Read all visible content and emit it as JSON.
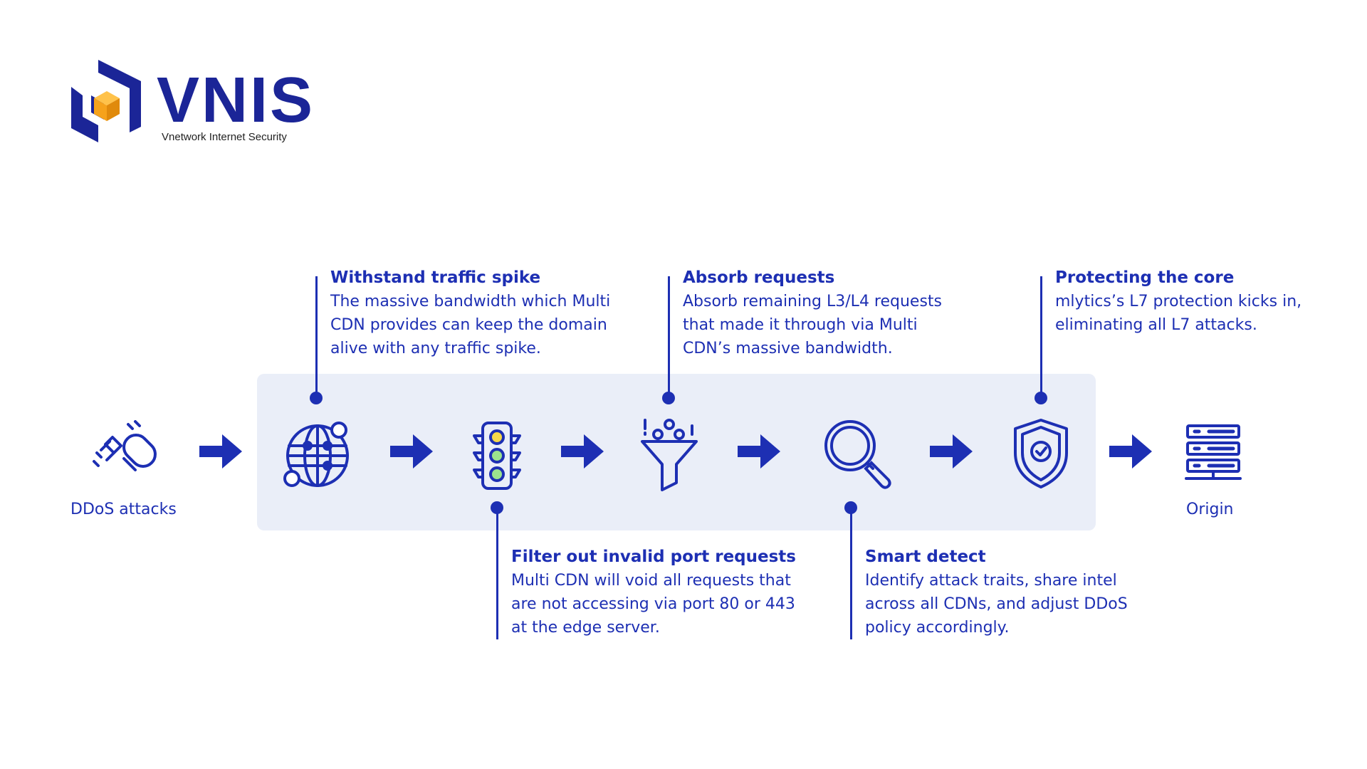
{
  "brand": {
    "name": "VNIS",
    "tagline": "Vnetwork Internet Security",
    "logo_icon": "isometric-cube-logo-icon",
    "colors": {
      "navy": "#1b2597",
      "orange": "#f6a21b"
    }
  },
  "colors": {
    "accent": "#1d2fb3",
    "band": "#eaeef8"
  },
  "nodes": [
    {
      "id": "ddos",
      "icon": "bomb-icon",
      "label": "DDoS attacks"
    },
    {
      "id": "cdn",
      "icon": "globe-icon",
      "label": ""
    },
    {
      "id": "filter",
      "icon": "traffic-light-icon",
      "label": ""
    },
    {
      "id": "absorb",
      "icon": "funnel-icon",
      "label": ""
    },
    {
      "id": "detect",
      "icon": "magnifier-icon",
      "label": ""
    },
    {
      "id": "protect",
      "icon": "shield-check-icon",
      "label": ""
    },
    {
      "id": "origin",
      "icon": "server-icon",
      "label": "Origin"
    }
  ],
  "callouts": [
    {
      "title": "Withstand traffic spike",
      "body": "The massive bandwidth which Multi\nCDN provides can keep the domain\nalive with any traffic spike."
    },
    {
      "title": "Filter out invalid port requests",
      "body": "Multi CDN will void all requests that\nare not accessing via port 80 or 443\nat the edge server."
    },
    {
      "title": "Absorb requests",
      "body": "Absorb remaining L3/L4 requests\nthat made it through via Multi\nCDN’s massive bandwidth."
    },
    {
      "title": "Smart detect",
      "body": "Identify attack traits, share intel\nacross all CDNs, and adjust DDoS\npolicy accordingly."
    },
    {
      "title": "Protecting the core",
      "body": "mlytics’s L7 protection kicks in,\neliminating all L7 attacks."
    }
  ]
}
